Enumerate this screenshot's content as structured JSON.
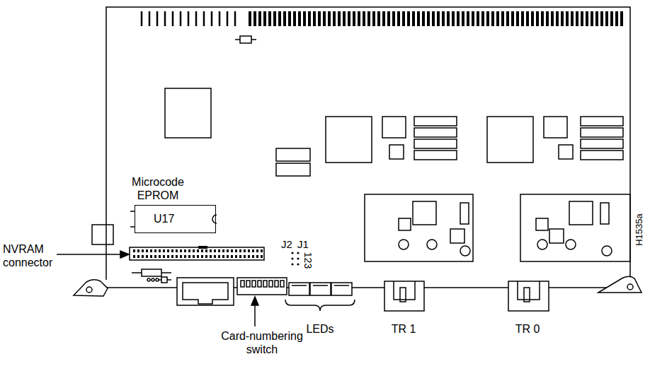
{
  "diagram": {
    "nodes": [
      {
        "text": [
          "Microcode EPROM",
          "U17"
        ]
      }
    ],
    "labels": [
      "NVRAM connector",
      "J2",
      "J1",
      "123",
      "LEDs",
      "TR 1",
      "TR 0",
      "Card-numbering switch",
      "H1535a"
    ]
  }
}
